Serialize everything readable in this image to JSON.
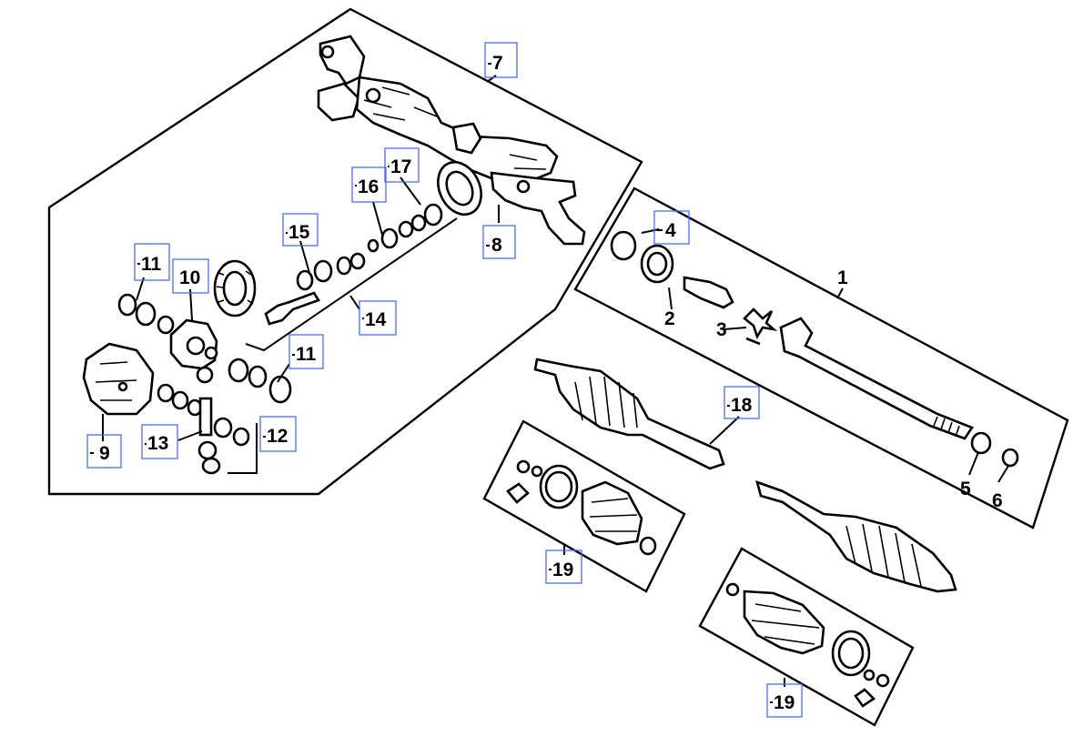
{
  "callouts": [
    {
      "id": "c1",
      "text": "1"
    },
    {
      "id": "c2",
      "text": "2"
    },
    {
      "id": "c3",
      "text": "3"
    },
    {
      "id": "c4",
      "text": "4"
    },
    {
      "id": "c5",
      "text": "5"
    },
    {
      "id": "c6",
      "text": "6"
    },
    {
      "id": "c7",
      "text": "7"
    },
    {
      "id": "c8",
      "text": "8"
    },
    {
      "id": "c9",
      "text": "9"
    },
    {
      "id": "c10",
      "text": "10"
    },
    {
      "id": "c11a",
      "text": "11"
    },
    {
      "id": "c11b",
      "text": "11"
    },
    {
      "id": "c12",
      "text": "12"
    },
    {
      "id": "c13",
      "text": "13"
    },
    {
      "id": "c14",
      "text": "14"
    },
    {
      "id": "c15",
      "text": "15"
    },
    {
      "id": "c16",
      "text": "16"
    },
    {
      "id": "c17",
      "text": "17"
    },
    {
      "id": "c18",
      "text": "18"
    },
    {
      "id": "c19a",
      "text": "19"
    },
    {
      "id": "c19b",
      "text": "19"
    }
  ]
}
